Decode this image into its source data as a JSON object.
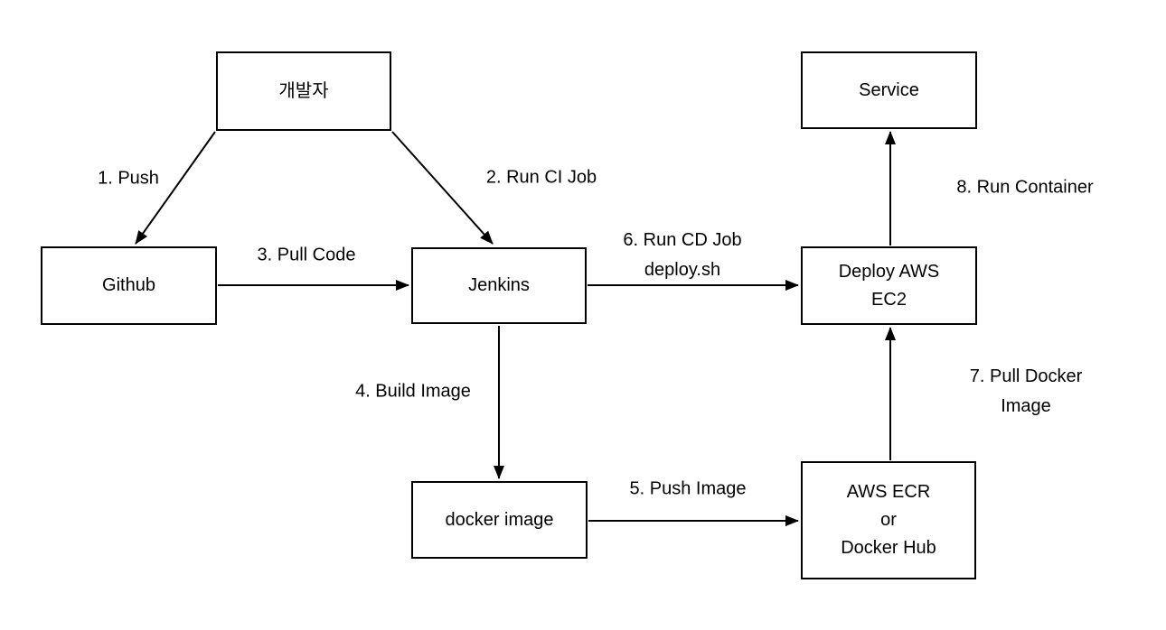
{
  "diagram": {
    "title": "CI/CD pipeline flow diagram",
    "colors": {
      "stroke": "#000000",
      "text": "#000000",
      "background": "#ffffff"
    },
    "nodes": {
      "developer": "개발자",
      "github": "Github",
      "jenkins": "Jenkins",
      "service": "Service",
      "deploy_ec2": "Deploy AWS\nEC2",
      "docker_image": "docker image",
      "ecr_hub": "AWS ECR\nor\nDocker Hub"
    },
    "edges": {
      "push": "1. Push",
      "run_ci": "2. Run CI Job",
      "pull_code": "3. Pull Code",
      "build_image": "4. Build Image",
      "push_image": "5. Push Image",
      "run_cd": "6. Run CD Job\ndeploy.sh",
      "pull_docker": "7. Pull Docker Image",
      "run_container": "8. Run Container"
    },
    "edge_connections": [
      {
        "from": "developer",
        "to": "github",
        "label": "1. Push"
      },
      {
        "from": "developer",
        "to": "jenkins",
        "label": "2. Run CI Job"
      },
      {
        "from": "github",
        "to": "jenkins",
        "label": "3. Pull Code"
      },
      {
        "from": "jenkins",
        "to": "docker_image",
        "label": "4. Build Image"
      },
      {
        "from": "docker_image",
        "to": "ecr_hub",
        "label": "5. Push Image"
      },
      {
        "from": "jenkins",
        "to": "deploy_ec2",
        "label": "6. Run CD Job deploy.sh"
      },
      {
        "from": "ecr_hub",
        "to": "deploy_ec2",
        "label": "7. Pull Docker Image"
      },
      {
        "from": "deploy_ec2",
        "to": "service",
        "label": "8. Run Container"
      }
    ]
  }
}
